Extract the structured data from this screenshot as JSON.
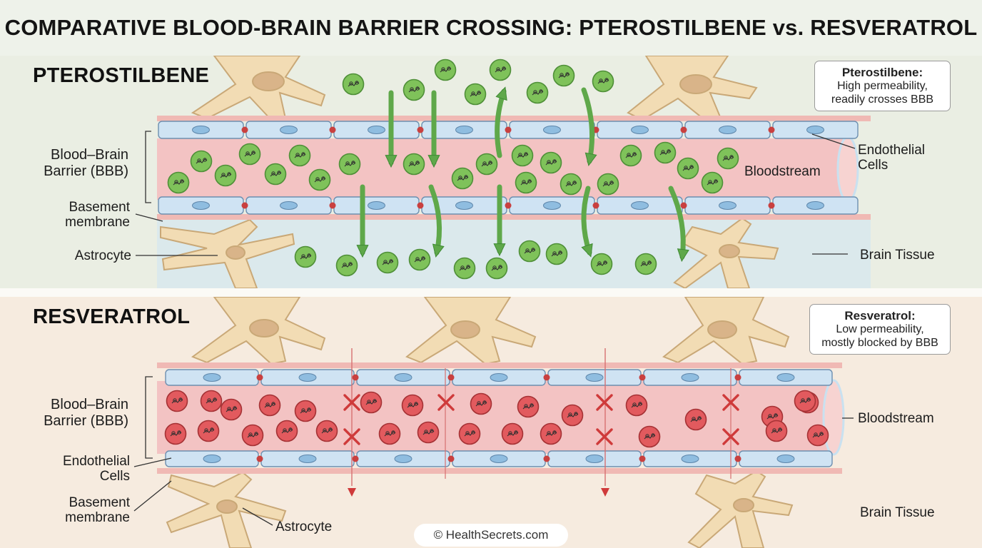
{
  "title": "COMPARATIVE BLOOD-BRAIN BARRIER CROSSING: PTEROSTILBENE vs. RESVERATROL",
  "colors": {
    "pterostilbene_molecule": "#7fc25a",
    "resveratrol_molecule": "#e25a5e",
    "blood": "#f3c3c3",
    "endothelial": "#cfe3f3",
    "astrocyte": "#f2dcb4",
    "brain_tissue_top": "#dbe9ec",
    "arrow_green": "#5fa84a",
    "block_red": "#cf3a3a"
  },
  "pterostilbene": {
    "heading": "PTEROSTILBENE",
    "info_title": "Pterostilbene:",
    "info_line1": "High permeability,",
    "info_line2": "readily crosses BBB",
    "bbb_line1": "Blood–Brain",
    "bbb_line2": "Barrier (BBB)",
    "basement_line1": "Basement",
    "basement_line2": "membrane",
    "astrocyte": "Astrocyte",
    "endothelial_line1": "Endothelial",
    "endothelial_line2": "Cells",
    "bloodstream": "Bloodstream",
    "brain_tissue": "Brain Tissue"
  },
  "resveratrol": {
    "heading": "RESVERATROL",
    "info_title": "Resveratrol:",
    "info_line1": "Low permeability,",
    "info_line2": "mostly blocked by BBB",
    "bbb_line1": "Blood–Brain",
    "bbb_line2": "Barrier (BBB)",
    "endothelial_line1": "Endothelial",
    "endothelial_line2": "Cells",
    "basement_line1": "Basement",
    "basement_line2": "membrane",
    "astrocyte": "Astrocyte",
    "bloodstream": "Bloodstream",
    "brain_tissue": "Brain Tissue"
  },
  "credit": "© HealthSecrets.com"
}
